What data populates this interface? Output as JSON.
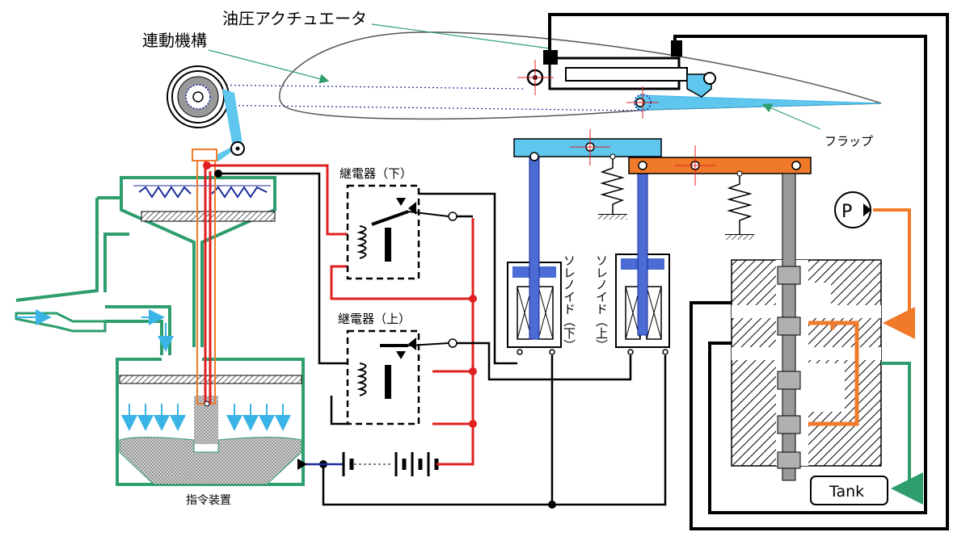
{
  "labels": {
    "linkage": "連動機構",
    "actuator": "油圧アクチュエータ",
    "flap": "フラップ",
    "relay_lower": "継電器（下）",
    "relay_upper": "継電器（上）",
    "solenoid_lower": "ソレノイド（下）",
    "solenoid_upper": "ソレノイド（上）",
    "command_device": "指令装置",
    "pump": "P",
    "tank": "Tank"
  },
  "colors": {
    "green": "#2e9e6e",
    "red": "#e02020",
    "blue": "#4a6cd4",
    "cyan": "#3ab4e6",
    "orange": "#f07a2a",
    "gray": "#9a9a9a",
    "navy": "#1a2a9a"
  }
}
